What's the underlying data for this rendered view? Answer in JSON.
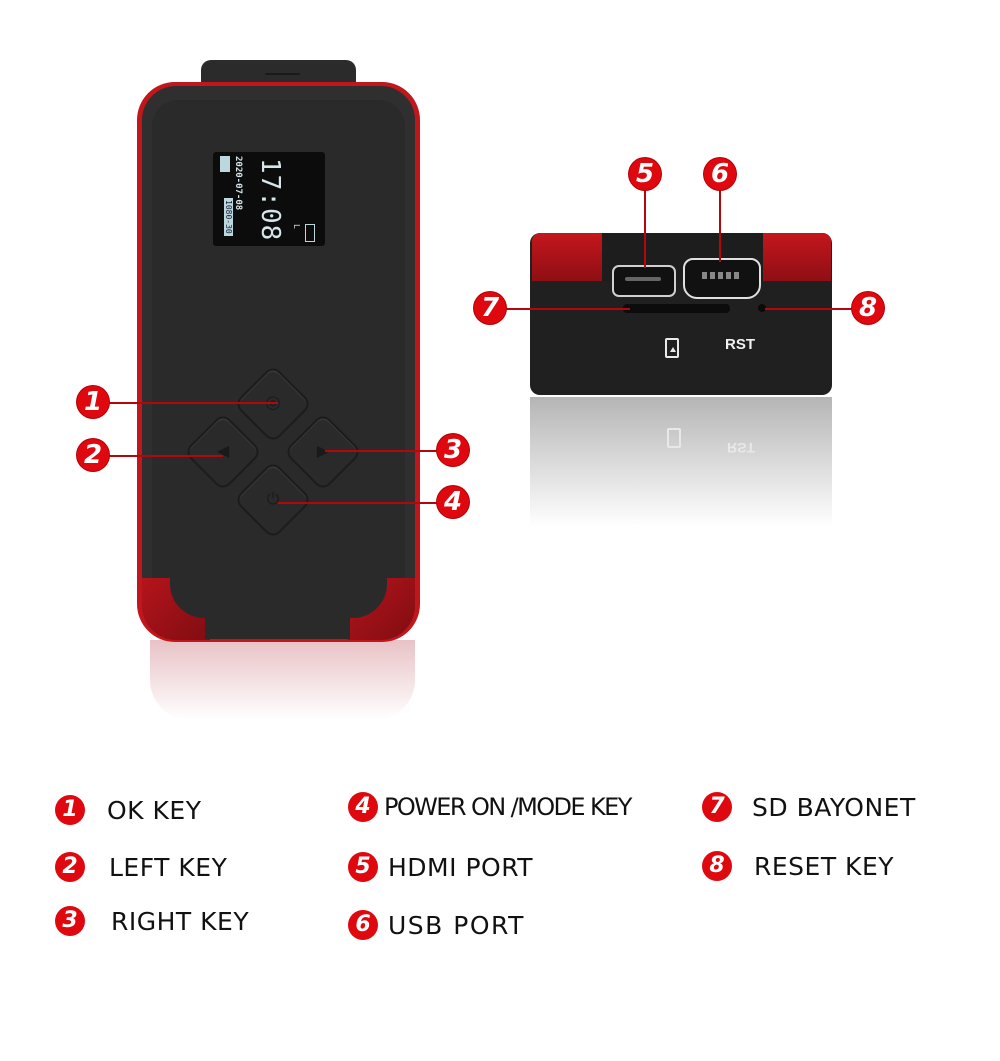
{
  "front_device": {
    "screen": {
      "time": "17:08",
      "date": "2020-07-08",
      "resolution": "1080-30",
      "battery_label": "L",
      "mode_icon": "video-camera-icon"
    },
    "keys": [
      {
        "id": 1,
        "icon": "circle-ok-icon",
        "glyph": "◎"
      },
      {
        "id": 2,
        "icon": "left-triangle-icon",
        "glyph": "◀"
      },
      {
        "id": 3,
        "icon": "right-triangle-icon",
        "glyph": "▶"
      },
      {
        "id": 4,
        "icon": "power-mode-icon",
        "glyph": "⏻"
      }
    ]
  },
  "side_device": {
    "rst_label": "RST",
    "sd_icon": "sd-card-icon"
  },
  "callouts": [
    "1",
    "2",
    "3",
    "4",
    "5",
    "6",
    "7",
    "8"
  ],
  "legend": [
    {
      "number": "1",
      "label": "OK KEY"
    },
    {
      "number": "2",
      "label": "LEFT KEY"
    },
    {
      "number": "3",
      "label": "RIGHT KEY"
    },
    {
      "number": "4",
      "label": "POWER ON /MODE KEY"
    },
    {
      "number": "5",
      "label": "HDMI PORT"
    },
    {
      "number": "6",
      "label": "USB PORT"
    },
    {
      "number": "7",
      "label": "SD BAYONET"
    },
    {
      "number": "8",
      "label": "RESET KEY"
    }
  ],
  "colors": {
    "accent_red": "#e0080f",
    "device_body": "#2f2f30",
    "device_trim": "#c2161d"
  }
}
